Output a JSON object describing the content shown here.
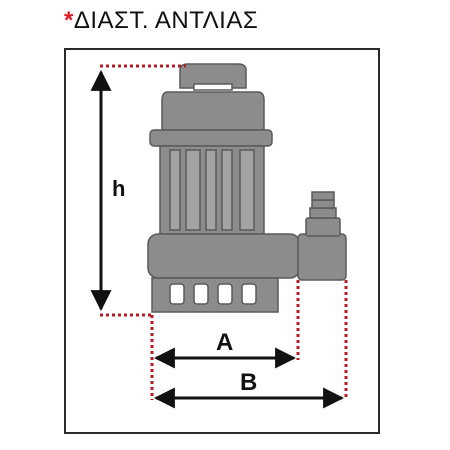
{
  "title": {
    "marker": "*",
    "text": "ΔΙΑΣΤ. ΑΝΤΛΙΑΣ"
  },
  "dimensions": {
    "height_label": "h",
    "width_a_label": "A",
    "width_b_label": "B"
  },
  "colors": {
    "marker": "#e31b23",
    "pump_body": "#8c8c8c",
    "pump_outline": "#5a5a5a",
    "dimension_lines": "#b01e24",
    "arrows": "#111111",
    "frame": "#2a2a2a"
  }
}
